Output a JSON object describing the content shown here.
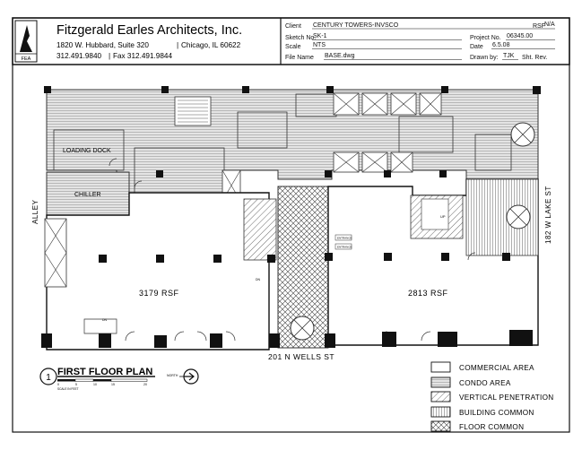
{
  "firm": {
    "name": "Fitzgerald Earles Architects, Inc.",
    "address": "1820 W. Hubbard, Suite 320",
    "city": "Chicago, IL 60622",
    "phone": "312.491.9840",
    "fax": "Fax 312.491.9844",
    "logo_text": "FEA"
  },
  "title_block": {
    "client_label": "Client",
    "client_value": "CENTURY TOWERS-INVSCO",
    "rsf_label": "RSF",
    "rsf_value": "N/A",
    "sketch_label": "Sketch No.",
    "sketch_value": "SK-1",
    "project_label": "Project No.",
    "project_value": "06345.00",
    "scale_label": "Scale",
    "scale_value": "NTS",
    "date_label": "Date",
    "date_value": "6.5.08",
    "file_label": "File Name",
    "file_value": "BASE.dwg",
    "drawn_label": "Drawn by:",
    "drawn_value": "TJK",
    "sheet_rev_label": "Sht. Rev."
  },
  "plan": {
    "loading_dock": "LOADING DOCK",
    "chiller": "CHILLER",
    "alley": "ALLEY",
    "street_east": "182 W LAKE ST",
    "street_south": "201 N WELLS ST",
    "area_west": "3179 RSF",
    "area_east": "2813 RSF",
    "small_tag_1": "ENTRANCE",
    "small_tag_2": "ENTRANCE",
    "small_tag_up": "UP",
    "small_tag_dn": "DN",
    "small_tag_dn2": "DN"
  },
  "drawing_title": {
    "number": "1",
    "title": "FIRST FLOOR PLAN",
    "scale_ticks": [
      "0",
      "5",
      "10",
      "15",
      "20"
    ],
    "scale_caption": "SCALE IN FEET",
    "north_label": "NORTH"
  },
  "legend": [
    {
      "label": "COMMERCIAL AREA",
      "pattern": "none"
    },
    {
      "label": "CONDO AREA",
      "pattern": "hlines"
    },
    {
      "label": "VERTICAL PENETRATION",
      "pattern": "diag"
    },
    {
      "label": "BUILDING COMMON",
      "pattern": "vlines"
    },
    {
      "label": "FLOOR COMMON",
      "pattern": "cross"
    }
  ]
}
